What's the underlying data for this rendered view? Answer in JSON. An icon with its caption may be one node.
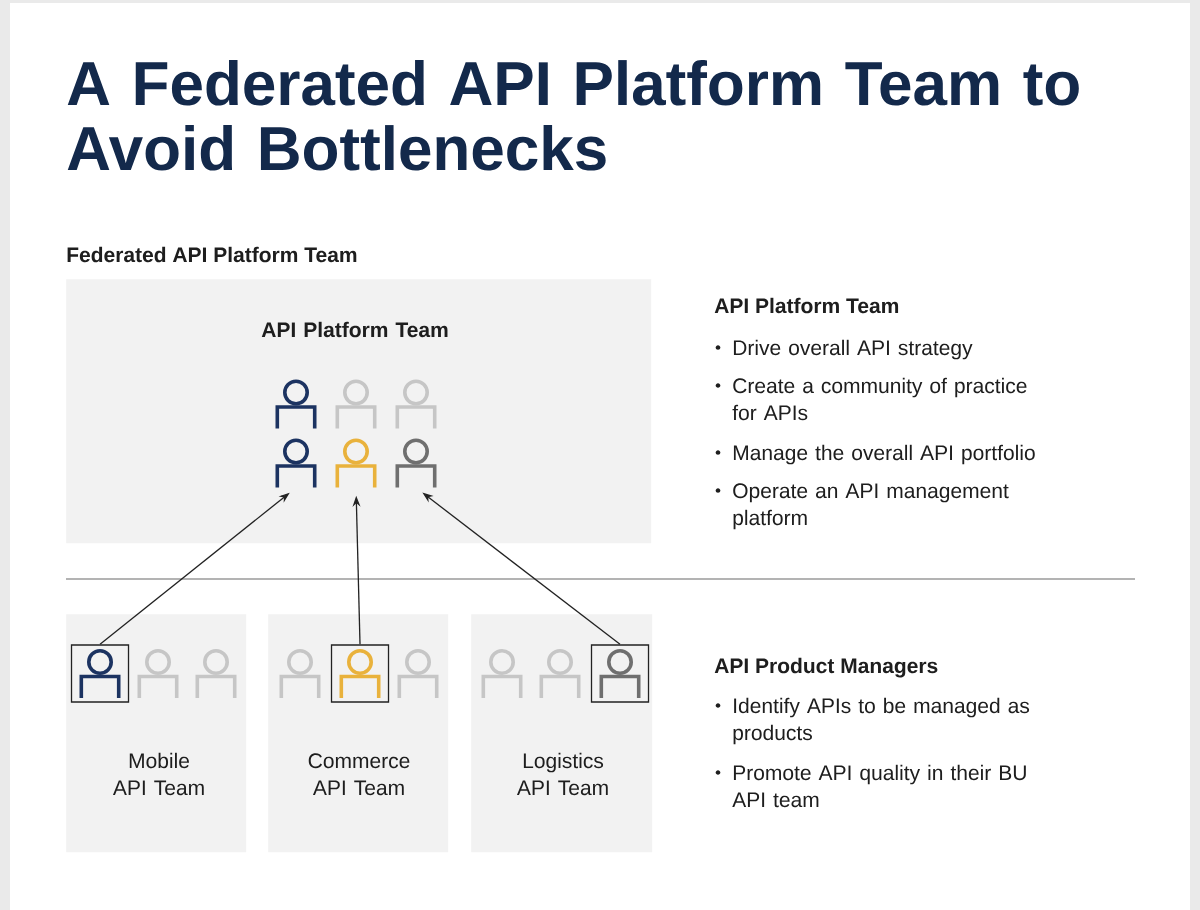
{
  "diagram": {
    "title": "A Federated API Platform Team to Avoid Bottlenecks",
    "nodes": [
      {
        "text": [
          "API Platform Team"
        ]
      },
      {
        "text": [],
        "shape": "person",
        "in": 0
      },
      {
        "text": [],
        "shape": "person",
        "in": 0
      },
      {
        "text": [],
        "shape": "person",
        "in": 0
      },
      {
        "text": [
          "Mobile API Team"
        ]
      },
      {
        "text": [],
        "shape": "person",
        "in": 4
      },
      {
        "text": [
          "Commerce API Team"
        ]
      },
      {
        "text": [],
        "shape": "person",
        "in": 6
      },
      {
        "text": [
          "Logistics API Team"
        ]
      },
      {
        "text": [],
        "shape": "person",
        "in": 8
      }
    ],
    "edges": [
      {
        "from": 5,
        "to": 1,
        "arrow": "to"
      },
      {
        "from": 7,
        "to": 2,
        "arrow": "to"
      },
      {
        "from": 9,
        "to": 3,
        "arrow": "to"
      }
    ],
    "labels": [
      "Federated API Platform Team",
      "API Platform Team",
      "Drive overall API strategy",
      "Create a community of practice for APIs",
      "Manage the overall API portfolio",
      "Operate an API management platform",
      "API Product Managers",
      "Identify APIs to be managed as products",
      "Promote API quality in their BU API team"
    ]
  }
}
